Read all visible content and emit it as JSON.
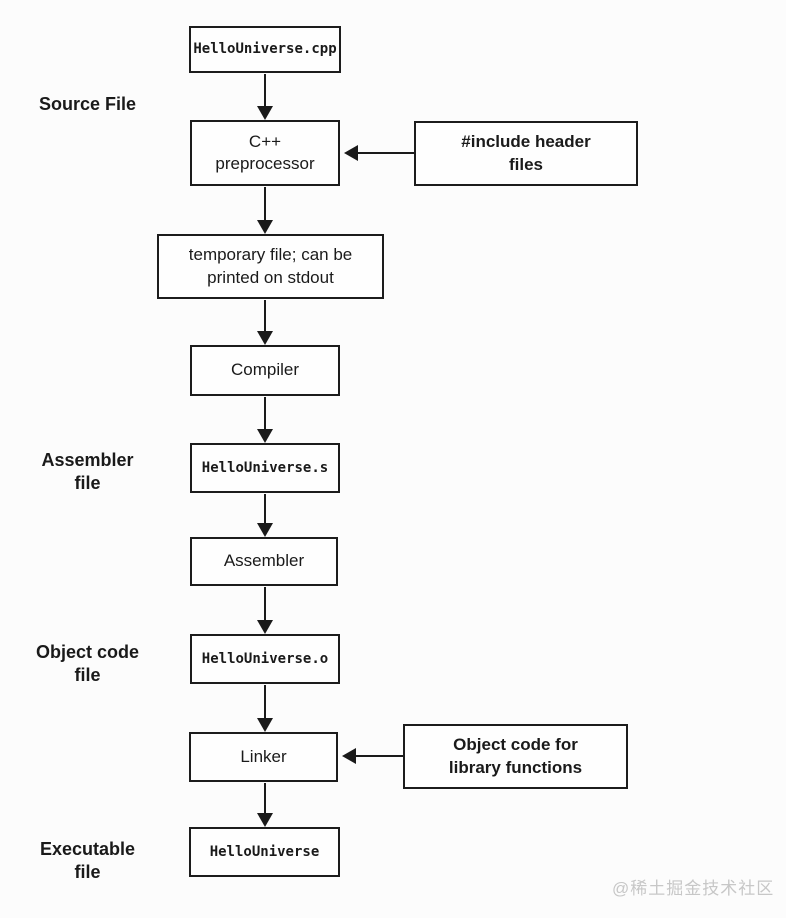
{
  "diagram_title": "C++ compilation pipeline flowchart",
  "nodes": {
    "source_file": {
      "label": "HelloUniverse.cpp"
    },
    "preprocessor": {
      "label": "C++\npreprocessor"
    },
    "include_headers": {
      "label": "#include header\nfiles"
    },
    "temp_file": {
      "label": "temporary file; can be\nprinted on stdout"
    },
    "compiler": {
      "label": "Compiler"
    },
    "assembler_file": {
      "label": "HelloUniverse.s"
    },
    "assembler": {
      "label": "Assembler"
    },
    "object_file": {
      "label": "HelloUniverse.o"
    },
    "linker": {
      "label": "Linker"
    },
    "library_objects": {
      "label": "Object code for\nlibrary functions"
    },
    "executable": {
      "label": "HelloUniverse"
    }
  },
  "side_labels": {
    "source": "Source File",
    "assembler": "Assembler\nfile",
    "object": "Object code\nfile",
    "executable": "Executable\nfile"
  },
  "watermark": {
    "text": "@稀土掘金技术社区"
  },
  "colors": {
    "background": "#fcfcfc",
    "box_fill": "#fefefe",
    "line": "#1a1a1a",
    "watermark": "#c7c7c7"
  }
}
